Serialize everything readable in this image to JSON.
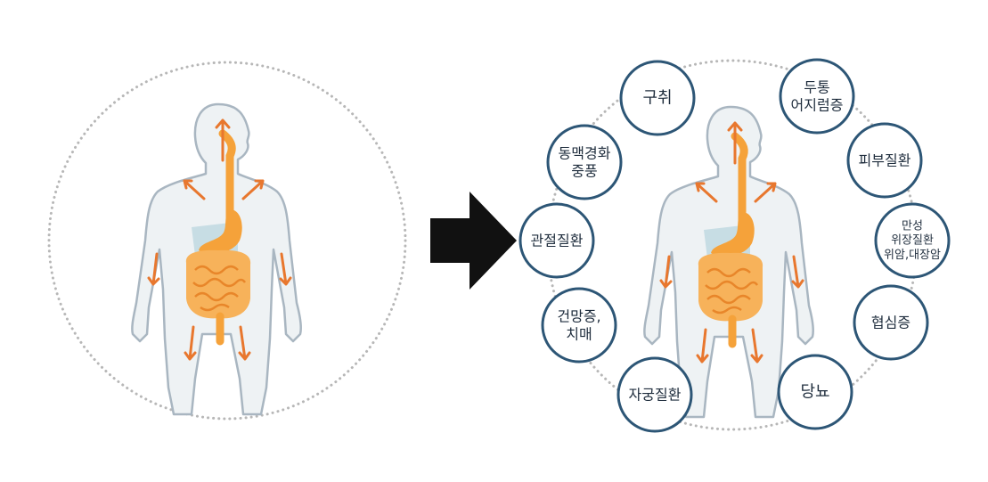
{
  "colors": {
    "ring_dots": "#b7b7b7",
    "node_stroke": "#2d5676",
    "node_fill": "#ffffff",
    "body_fill": "#eef2f4",
    "body_stroke": "#a9b6c1",
    "organ_orange": "#f5a23a",
    "intestine_orange": "#f7b25a",
    "liver_blue": "#c7dde4",
    "arrow_orange": "#e8772e",
    "big_arrow": "#111111"
  },
  "icons": {
    "transition": "right-arrow-icon"
  },
  "nodes": [
    {
      "lines": [
        "구취"
      ]
    },
    {
      "lines": [
        "두통",
        "어지럼증"
      ]
    },
    {
      "lines": [
        "피부질환"
      ]
    },
    {
      "lines": [
        "만성",
        "위장질환",
        "위암,대장암"
      ]
    },
    {
      "lines": [
        "협심증"
      ]
    },
    {
      "lines": [
        "당뇨"
      ]
    },
    {
      "lines": [
        "자궁질환"
      ]
    },
    {
      "lines": [
        "건망증,",
        "치매"
      ]
    },
    {
      "lines": [
        "관절질환"
      ]
    },
    {
      "lines": [
        "동맥경화",
        "중풍"
      ]
    }
  ]
}
